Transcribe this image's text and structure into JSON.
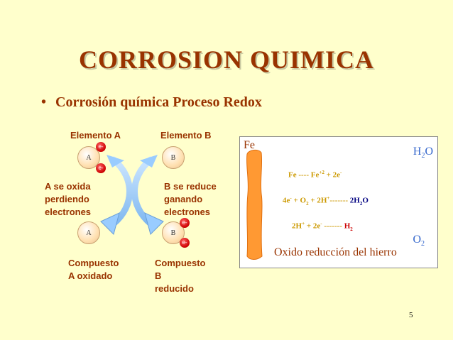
{
  "title": "CORROSION QUIMICA",
  "bullet": "Corrosión química Proceso Redox",
  "diagram": {
    "element_a": "Elemento A",
    "element_b": "Elemento B",
    "atom_a": "A",
    "atom_b": "B",
    "electron": "e-",
    "a_oxidizes": [
      "A se oxida",
      "perdiendo",
      "electrones"
    ],
    "b_reduces": [
      "B se reduce",
      "ganando",
      "electrones"
    ],
    "compound_a": [
      "Compuesto",
      "A oxidado"
    ],
    "compound_b": [
      "Compuesto",
      "B",
      "reducido"
    ]
  },
  "panel": {
    "fe_label": "Fe",
    "h2o_label": "H",
    "h2o_sub": "2",
    "h2o_tail": "O",
    "o2_label": "O",
    "o2_sub": "2",
    "caption": "Oxido reducción del hierro",
    "eq1": {
      "a": "Fe ---- Fe",
      "sup": "+2",
      "b": " + 2e",
      "sup2": "-"
    },
    "eq2": {
      "a": "4e",
      "sup": "-",
      "b": " + O",
      "sub": "2",
      "c": " + 2H",
      "sup2": "+",
      "d": "------- ",
      "e": "2H",
      "sub2": "2",
      "f": "O"
    },
    "eq3": {
      "a": "2H",
      "sup": "+",
      "b": " + 2e",
      "sup2": "-",
      "c": " ------- ",
      "d": "H",
      "sub": "2"
    }
  },
  "page_number": "5",
  "colors": {
    "background": "#ffffcc",
    "title": "#993300",
    "arrow": "#99ccff",
    "iron": "#ff9933",
    "water": "#3366cc"
  }
}
